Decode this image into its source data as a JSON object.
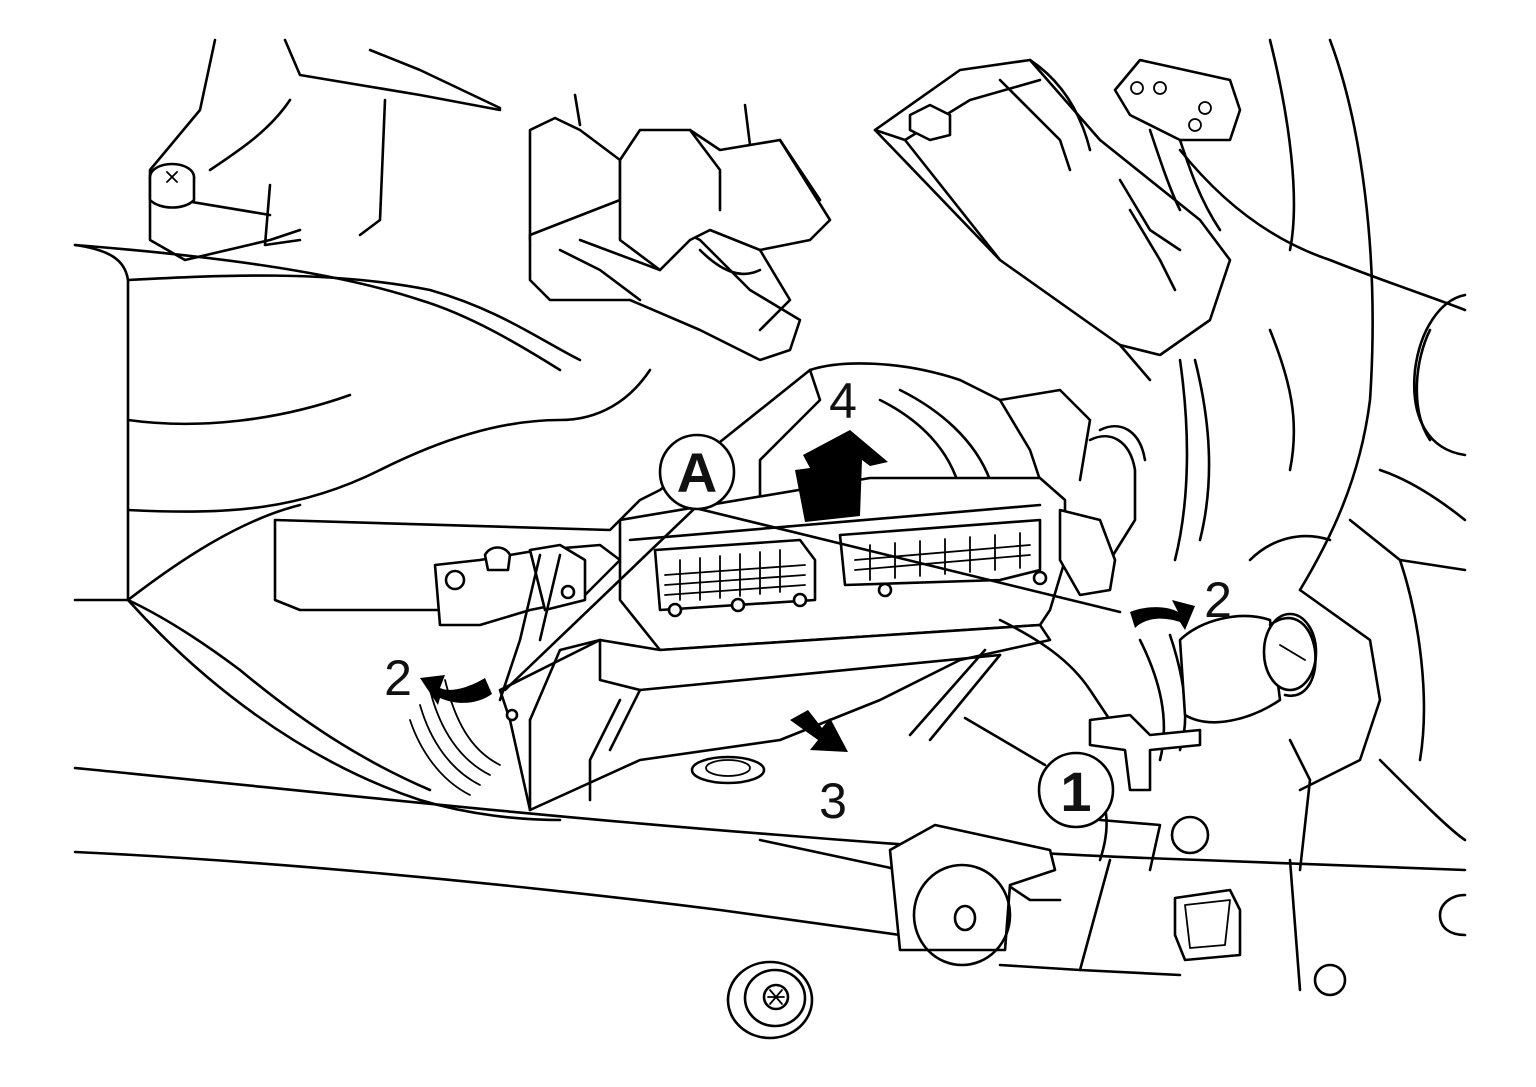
{
  "callouts": {
    "component_a": "A",
    "component_1": "1"
  },
  "steps": {
    "step_2_left": "2",
    "step_2_right": "2",
    "step_3": "3",
    "step_4": "4"
  },
  "colors": {
    "line": "#000000",
    "background": "#ffffff"
  }
}
